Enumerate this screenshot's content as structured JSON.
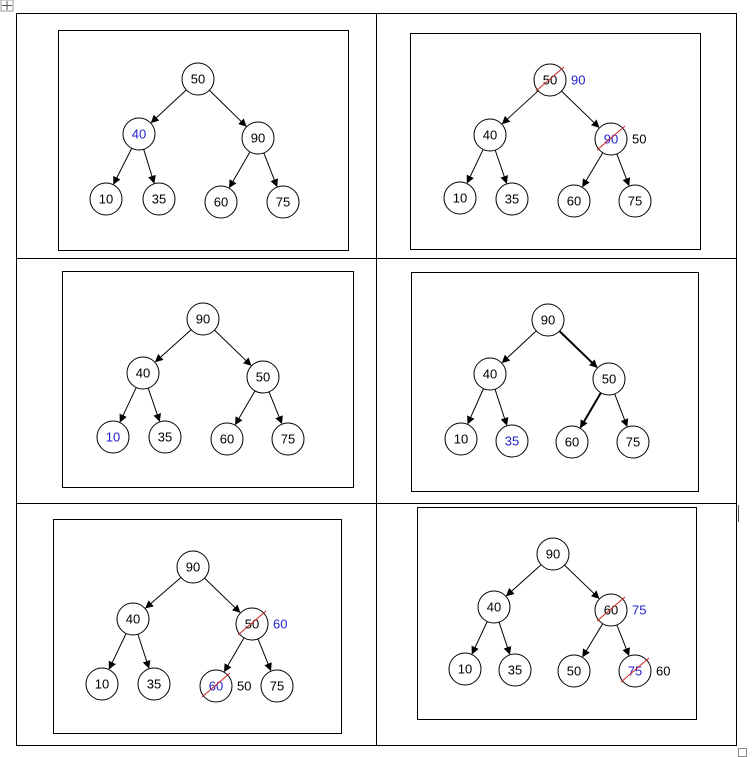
{
  "colors": {
    "highlight": "#2222cc",
    "strike": "#cc2222",
    "line": "#000000"
  },
  "icons": {
    "table_handle": "move-cross-icon",
    "resize_handle": "resize-square-icon"
  },
  "panels": [
    {
      "nodes": [
        {
          "id": "a",
          "label": "50"
        },
        {
          "id": "b",
          "label": "40",
          "hl": true
        },
        {
          "id": "c",
          "label": "90"
        },
        {
          "id": "d",
          "label": "10"
        },
        {
          "id": "e",
          "label": "35"
        },
        {
          "id": "f",
          "label": "60"
        },
        {
          "id": "g",
          "label": "75"
        }
      ],
      "edges": [
        [
          "a",
          "b"
        ],
        [
          "a",
          "c"
        ],
        [
          "b",
          "d"
        ],
        [
          "b",
          "e"
        ],
        [
          "c",
          "f"
        ],
        [
          "c",
          "g"
        ]
      ],
      "strikes": [],
      "notes": []
    },
    {
      "nodes": [
        {
          "id": "a",
          "label": "50"
        },
        {
          "id": "b",
          "label": "40"
        },
        {
          "id": "c",
          "label": "90",
          "hl": true
        },
        {
          "id": "d",
          "label": "10"
        },
        {
          "id": "e",
          "label": "35"
        },
        {
          "id": "f",
          "label": "60"
        },
        {
          "id": "g",
          "label": "75"
        }
      ],
      "edges": [
        [
          "a",
          "b"
        ],
        [
          "a",
          "c"
        ],
        [
          "b",
          "d"
        ],
        [
          "b",
          "e"
        ],
        [
          "c",
          "f"
        ],
        [
          "c",
          "g"
        ]
      ],
      "strikes": [
        "a",
        "c"
      ],
      "notes": [
        {
          "at": "a",
          "text": "90",
          "hl": true
        },
        {
          "at": "c",
          "text": "50"
        }
      ]
    },
    {
      "nodes": [
        {
          "id": "a",
          "label": "90"
        },
        {
          "id": "b",
          "label": "40"
        },
        {
          "id": "c",
          "label": "50"
        },
        {
          "id": "d",
          "label": "10",
          "hl": true
        },
        {
          "id": "e",
          "label": "35"
        },
        {
          "id": "f",
          "label": "60"
        },
        {
          "id": "g",
          "label": "75"
        }
      ],
      "edges": [
        [
          "a",
          "b"
        ],
        [
          "a",
          "c"
        ],
        [
          "b",
          "d"
        ],
        [
          "b",
          "e"
        ],
        [
          "c",
          "f"
        ],
        [
          "c",
          "g"
        ]
      ],
      "strikes": [],
      "notes": []
    },
    {
      "nodes": [
        {
          "id": "a",
          "label": "90"
        },
        {
          "id": "b",
          "label": "40"
        },
        {
          "id": "c",
          "label": "50"
        },
        {
          "id": "d",
          "label": "10"
        },
        {
          "id": "e",
          "label": "35",
          "hl": true
        },
        {
          "id": "f",
          "label": "60"
        },
        {
          "id": "g",
          "label": "75"
        }
      ],
      "edges": [
        [
          "a",
          "b"
        ],
        [
          "a",
          "c",
          true
        ],
        [
          "b",
          "d"
        ],
        [
          "b",
          "e"
        ],
        [
          "c",
          "f",
          true
        ],
        [
          "c",
          "g"
        ]
      ],
      "strikes": [],
      "notes": []
    },
    {
      "nodes": [
        {
          "id": "a",
          "label": "90"
        },
        {
          "id": "b",
          "label": "40"
        },
        {
          "id": "c",
          "label": "50"
        },
        {
          "id": "d",
          "label": "10"
        },
        {
          "id": "e",
          "label": "35"
        },
        {
          "id": "f",
          "label": "60",
          "hl": true
        },
        {
          "id": "g",
          "label": "75"
        }
      ],
      "edges": [
        [
          "a",
          "b"
        ],
        [
          "a",
          "c"
        ],
        [
          "b",
          "d"
        ],
        [
          "b",
          "e"
        ],
        [
          "c",
          "f"
        ],
        [
          "c",
          "g"
        ]
      ],
      "strikes": [
        "c",
        "f"
      ],
      "notes": [
        {
          "at": "c",
          "text": "60",
          "hl": true
        },
        {
          "at": "f",
          "text": "50"
        }
      ]
    },
    {
      "nodes": [
        {
          "id": "a",
          "label": "90"
        },
        {
          "id": "b",
          "label": "40"
        },
        {
          "id": "c",
          "label": "60"
        },
        {
          "id": "d",
          "label": "10"
        },
        {
          "id": "e",
          "label": "35"
        },
        {
          "id": "f",
          "label": "50"
        },
        {
          "id": "g",
          "label": "75",
          "hl": true
        }
      ],
      "edges": [
        [
          "a",
          "b"
        ],
        [
          "a",
          "c"
        ],
        [
          "b",
          "d"
        ],
        [
          "b",
          "e"
        ],
        [
          "c",
          "f"
        ],
        [
          "c",
          "g"
        ]
      ],
      "strikes": [
        "c",
        "g"
      ],
      "notes": [
        {
          "at": "c",
          "text": "75",
          "hl": true
        },
        {
          "at": "g",
          "text": "60"
        }
      ]
    }
  ]
}
